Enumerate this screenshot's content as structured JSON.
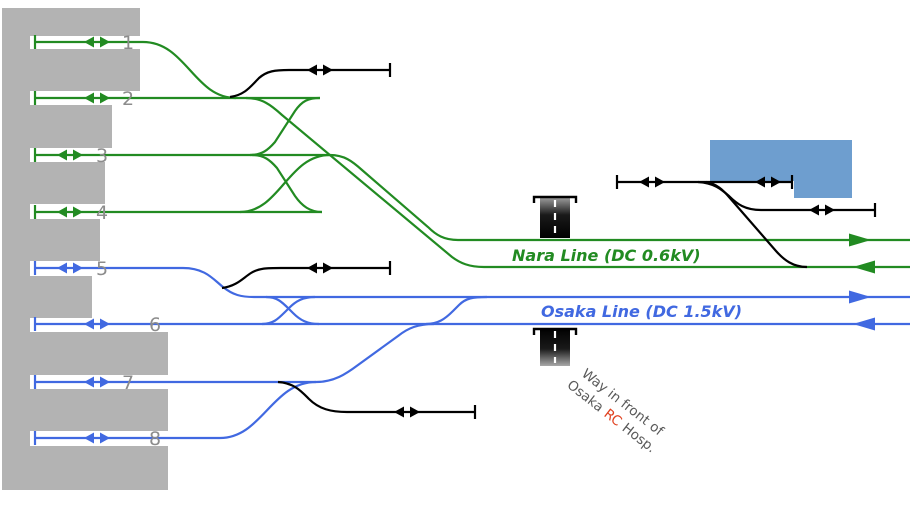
{
  "colors": {
    "green": "#228B22",
    "blue": "#4169E1",
    "black": "#000000",
    "station": "#b3b3b3",
    "building": "#6e9ecf",
    "label": "#8c8c8c",
    "annotation": "#5a5a5a",
    "red": "#e0401f"
  },
  "platform_labels": [
    "1",
    "2",
    "3",
    "4",
    "5",
    "6",
    "7",
    "8"
  ],
  "lines": {
    "nara": {
      "label": "Nara Line (DC 0.6kV)"
    },
    "osaka": {
      "label": "Osaka Line (DC 1.5kV)"
    }
  },
  "annotation": {
    "line1": "Way in front of",
    "line2_part1": "Osaka",
    "line2_rc": "RC",
    "line2_part2": "Hosp."
  }
}
